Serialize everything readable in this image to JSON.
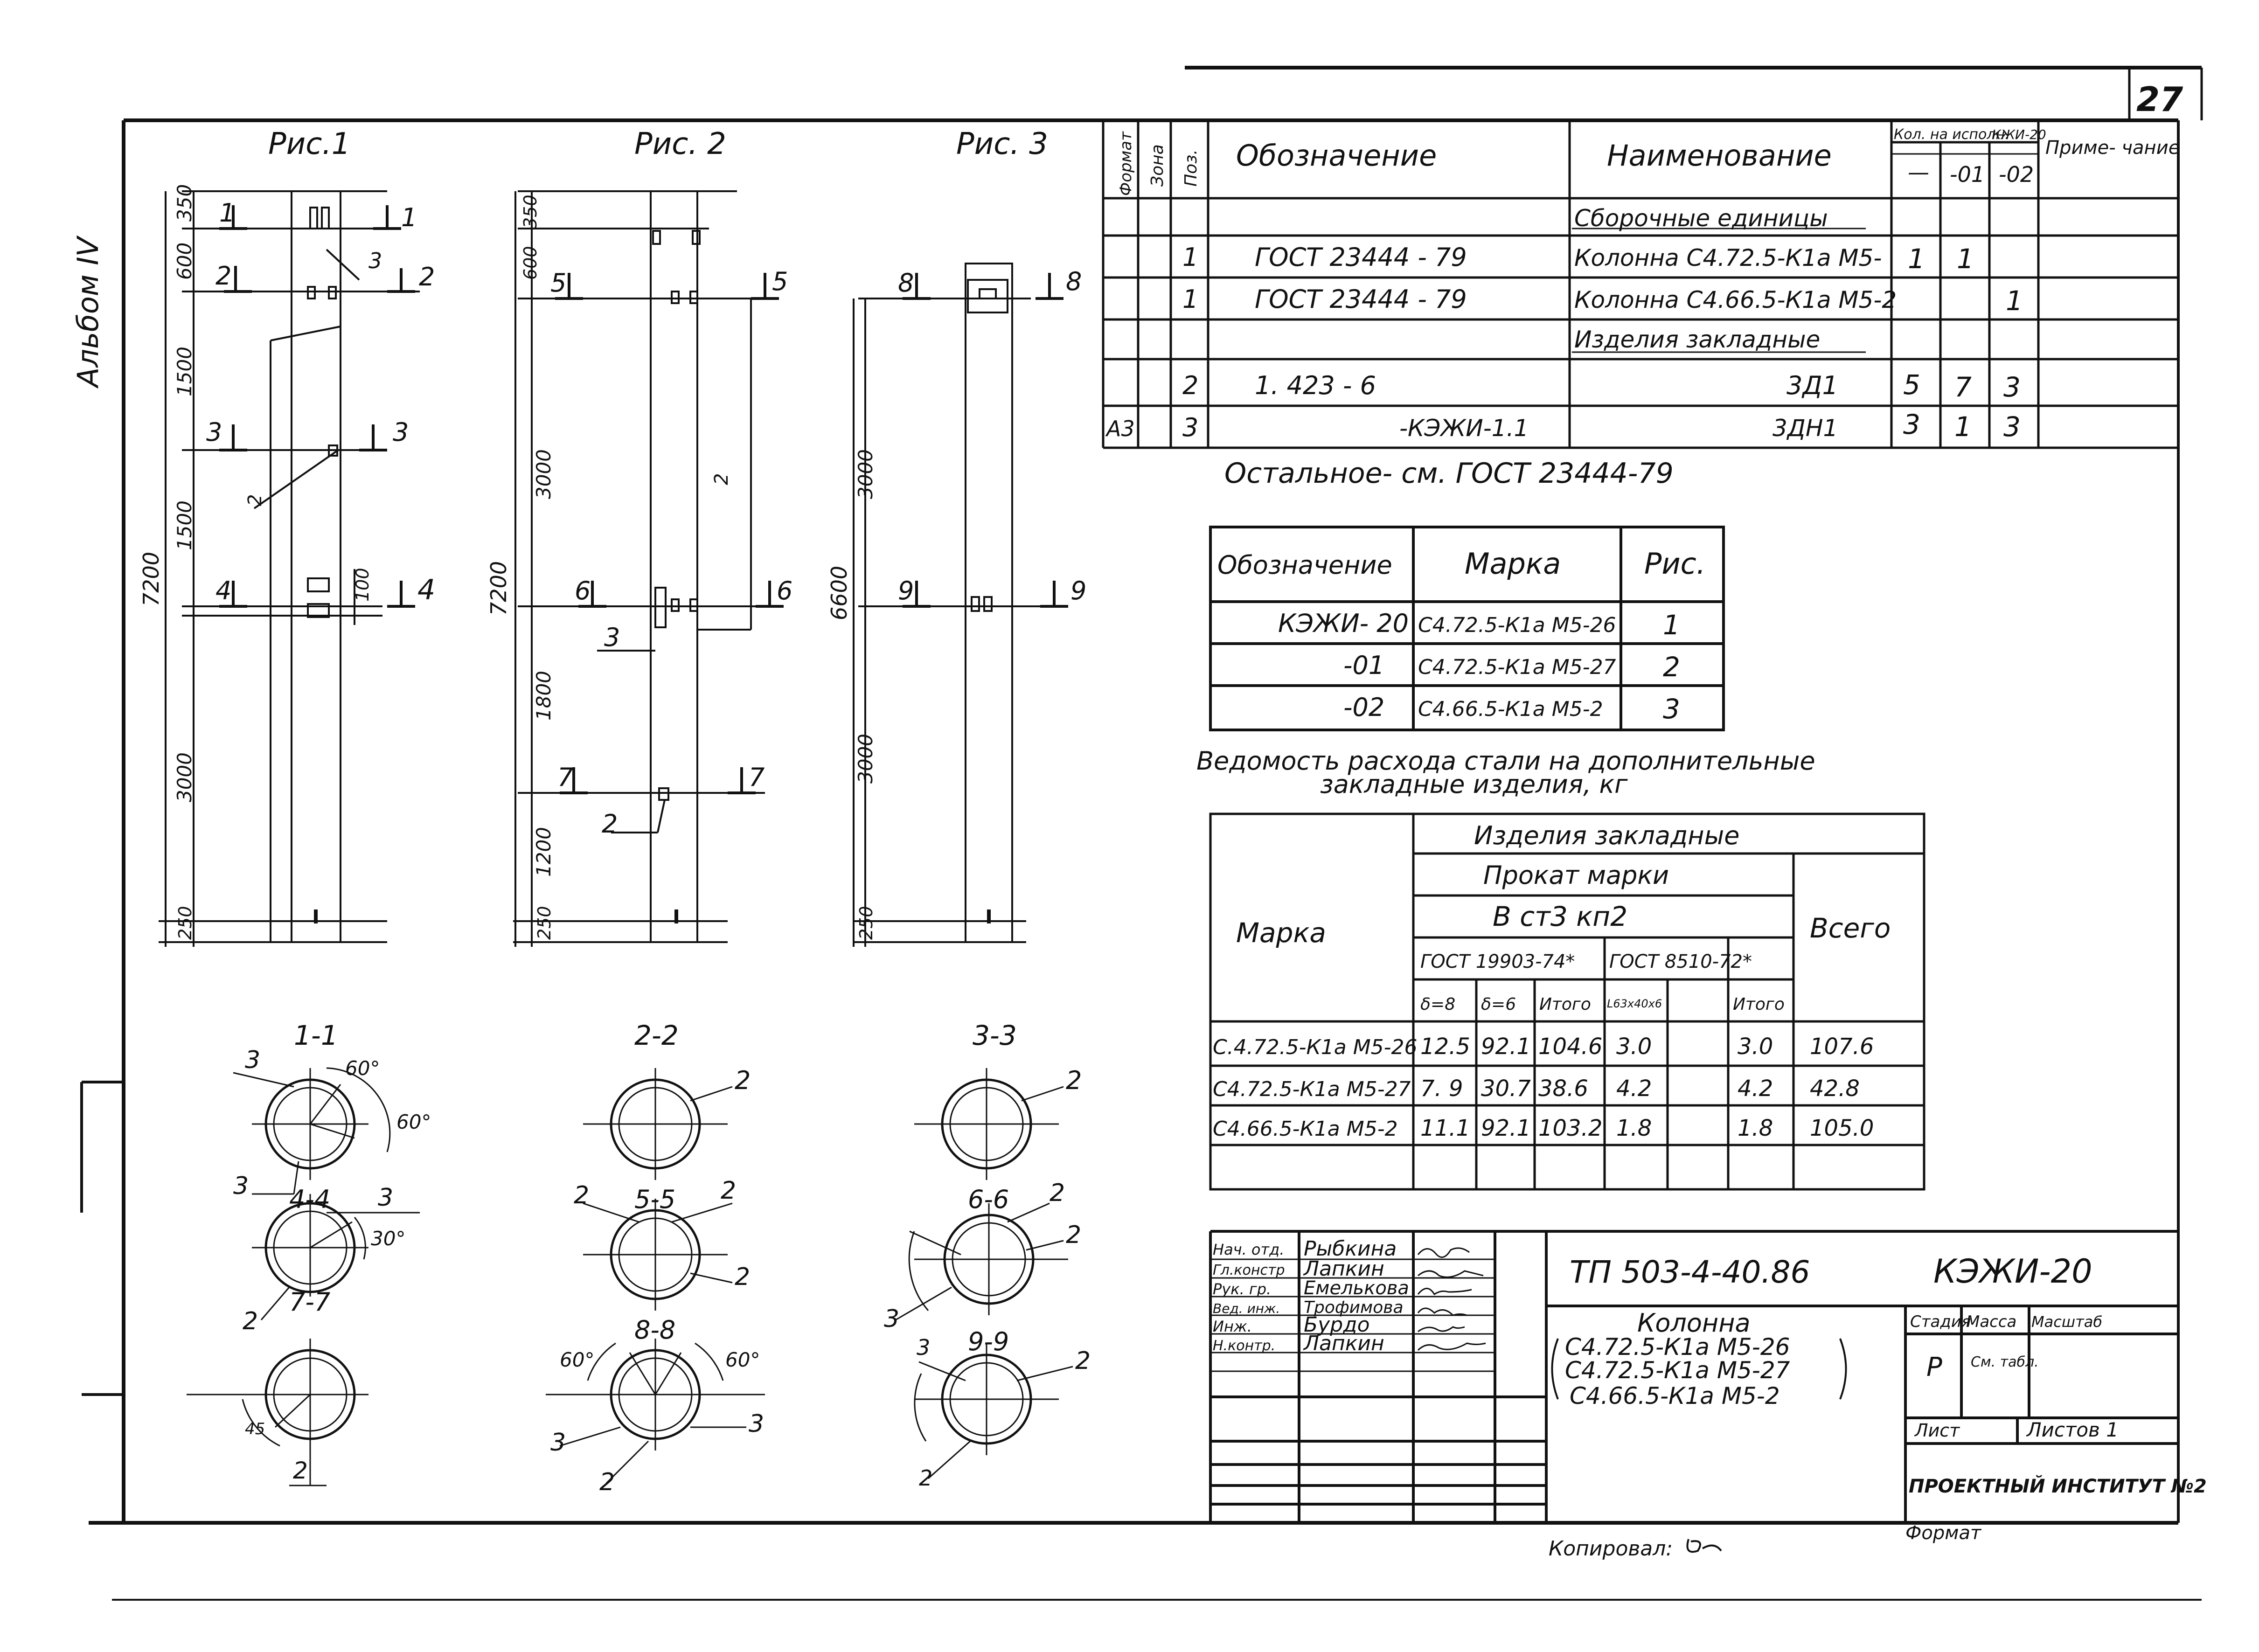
{
  "sheet_number": "27",
  "album_label": "Альбом IV",
  "figures": {
    "fig1": {
      "title": "Рис.1",
      "column_length": "7200",
      "segments": [
        "350",
        "600",
        "1500",
        "1500",
        "100",
        "3000",
        "250"
      ],
      "section_marks": [
        "1",
        "1",
        "2",
        "2",
        "3",
        "3",
        "4",
        "4"
      ],
      "callouts": [
        "3",
        "2"
      ]
    },
    "fig2": {
      "title": "Рис. 2",
      "column_length": "7200",
      "segments": [
        "350",
        "600",
        "3000",
        "1800",
        "1200",
        "250"
      ],
      "section_marks": [
        "5",
        "5",
        "6",
        "6",
        "7",
        "7"
      ],
      "callouts": [
        "2",
        "3",
        "2"
      ]
    },
    "fig3": {
      "title": "Рис. 3",
      "column_length": "6600",
      "segments": [
        "3000",
        "3000",
        "250"
      ],
      "section_marks": [
        "8",
        "8",
        "9",
        "9"
      ]
    }
  },
  "sections": {
    "s11": {
      "title": "1-1",
      "labels": [
        "3",
        "60°",
        "60°",
        "3"
      ]
    },
    "s22": {
      "title": "2-2",
      "labels": [
        "2"
      ]
    },
    "s33": {
      "title": "3-3",
      "labels": [
        "2"
      ]
    },
    "s44": {
      "title": "4-4",
      "labels": [
        "3",
        "30°",
        "2"
      ]
    },
    "s55": {
      "title": "5-5",
      "labels": [
        "2",
        "2",
        "2"
      ]
    },
    "s66": {
      "title": "6-6",
      "labels": [
        "2",
        "2",
        "3"
      ]
    },
    "s77": {
      "title": "7-7",
      "labels": [
        "45",
        "2"
      ]
    },
    "s88": {
      "title": "8-8",
      "labels": [
        "60°",
        "60°",
        "3",
        "3",
        "2"
      ]
    },
    "s99": {
      "title": "9-9",
      "labels": [
        "3",
        "2",
        "2"
      ]
    }
  },
  "spec_table": {
    "headers": {
      "format": "Формат",
      "zone": "Зона",
      "pos": "Поз.",
      "designation": "Обозначение",
      "name": "Наименование",
      "qty": "Кол. на исполн.",
      "kzhi": "КЖИ-20",
      "note": "Приме- чание",
      "col_dash": "—",
      "col_01": "-01",
      "col_02": "-02"
    },
    "rows": [
      {
        "format": "",
        "zone": "",
        "pos": "",
        "designation": "",
        "name": "Сборочные единицы",
        "q0": "",
        "q1": "",
        "q2": "",
        "note": ""
      },
      {
        "format": "",
        "zone": "",
        "pos": "1",
        "designation": "ГОСТ   23444 - 79",
        "name": "Колонна С4.72.5-К1а М5-",
        "q0": "1",
        "q1": "1",
        "q2": "",
        "note": ""
      },
      {
        "format": "",
        "zone": "",
        "pos": "1",
        "designation": "ГОСТ   23444 - 79",
        "name": "Колонна С4.66.5-К1а М5-2",
        "q0": "",
        "q1": "",
        "q2": "1",
        "note": ""
      },
      {
        "format": "",
        "zone": "",
        "pos": "",
        "designation": "",
        "name": "Изделия закладные",
        "q0": "",
        "q1": "",
        "q2": "",
        "note": ""
      },
      {
        "format": "",
        "zone": "",
        "pos": "2",
        "designation": "1. 423 - 6",
        "name": "3Д1",
        "q0": "5",
        "q1": "7",
        "q2": "3",
        "note": ""
      },
      {
        "format": "А3",
        "zone": "",
        "pos": "3",
        "designation": "-КЭЖИ-1.1",
        "name": "3ДН1",
        "q0": "3",
        "q1": "1",
        "q2": "3",
        "note": ""
      }
    ],
    "footnote": "Остальное- см. ГОСТ 23444-79"
  },
  "marks_table": {
    "headers": [
      "Обозначение",
      "Марка",
      "Рис."
    ],
    "rows": [
      [
        "КЭЖИ- 20",
        "С4.72.5-К1а М5-26",
        "1"
      ],
      [
        "-01",
        "С4.72.5-К1а М5-27",
        "2"
      ],
      [
        "-02",
        "С4.66.5-К1а М5-2",
        "3"
      ]
    ]
  },
  "steel_table": {
    "title_line1": "Ведомость расхода стали на дополнительные",
    "title_line2": "закладные изделия, кг",
    "h_products": "Изделия закладные",
    "h_rolled": "Прокат марки",
    "h_steel": "В ст3 кп2",
    "h_gost1": "ГОСТ 19903-74*",
    "h_gost2": "ГОСТ 8510-72*",
    "h_mark": "Марка",
    "h_total": "Всего",
    "sub": [
      "δ=8",
      "δ=6",
      "Итого",
      "L63х40х6",
      "",
      "Итого"
    ],
    "rows": [
      [
        "С.4.72.5-К1а М5-26",
        "12.5",
        "92.1",
        "104.6",
        "3.0",
        "",
        "3.0",
        "107.6"
      ],
      [
        "С4.72.5-К1а М5-27",
        "7. 9",
        "30.7",
        "38.6",
        "4.2",
        "",
        "4.2",
        "42.8"
      ],
      [
        "С4.66.5-К1а М5-2",
        "11.1",
        "92.1",
        "103.2",
        "1.8",
        "",
        "1.8",
        "105.0"
      ],
      [
        "",
        "",
        "",
        "",
        "",
        "",
        "",
        ""
      ]
    ]
  },
  "title_block": {
    "people": [
      [
        "Нач. отд.",
        "Рыбкина"
      ],
      [
        "Гл.констр",
        "Лапкин"
      ],
      [
        "Рук. гр.",
        "Емелькова"
      ],
      [
        "Вед. инж.",
        "Трофимова"
      ],
      [
        "Инж.",
        "Бурдо"
      ],
      [
        "Н.контр.",
        "Лапкин"
      ]
    ],
    "project": "ТП 503-4-40.86",
    "code": "КЭЖИ-20",
    "object_title": "Колонна",
    "object_lines": [
      "С4.72.5-К1а  М5-26",
      "С4.72.5-К1а  М5-27",
      "С4.66.5-К1а  М5-2"
    ],
    "stage_h": "Стадия",
    "mass_h": "Масса",
    "scale_h": "Масштаб",
    "stage": "Р",
    "mass": "См. табл.",
    "sheet_h": "Лист",
    "sheets_h": "Листов 1",
    "org": "ПРОЕКТНЫЙ ИНСТИТУТ №2"
  },
  "bottom": {
    "copied": "Копировал:",
    "format": "Формат"
  }
}
